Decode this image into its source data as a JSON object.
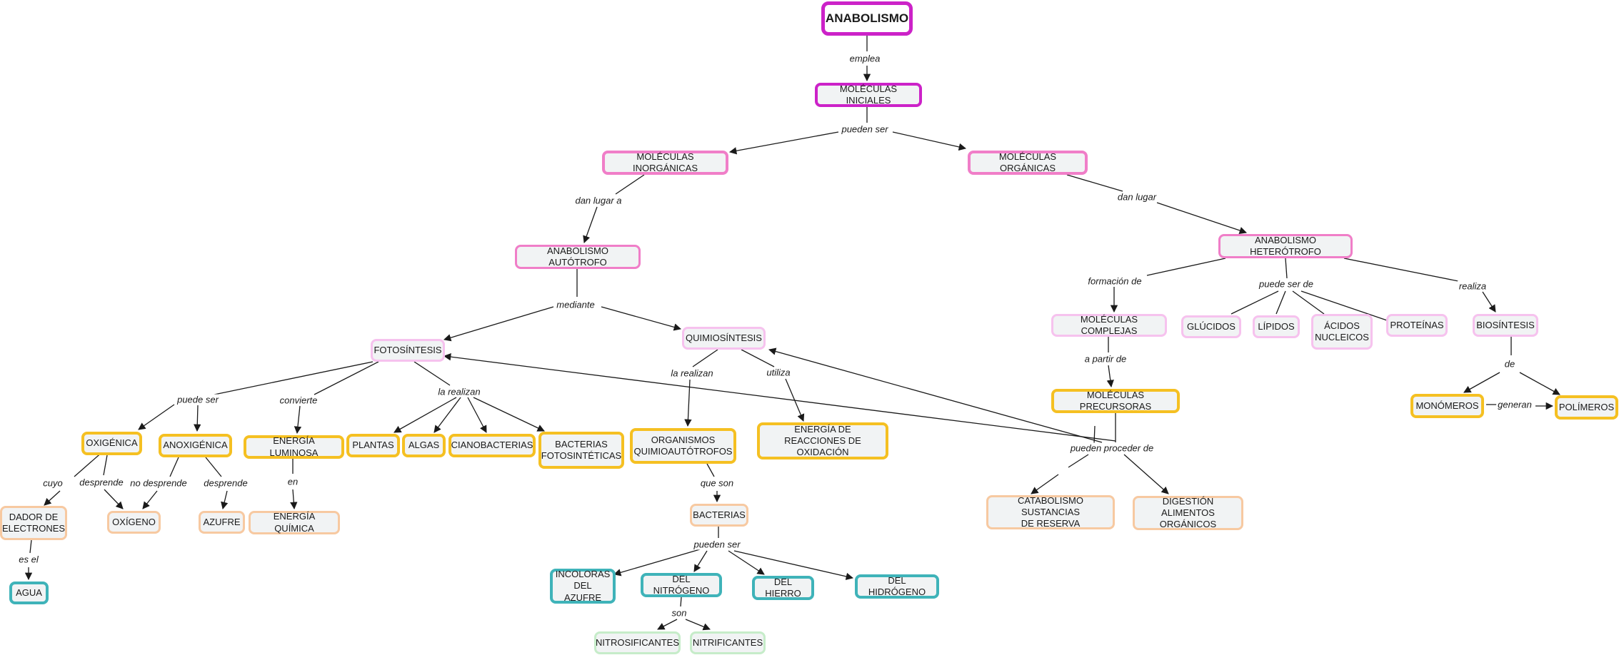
{
  "colors": {
    "magenta": "#cc22c8",
    "pink_dark": "#f07ec8",
    "pink_light": "#f6c2ee",
    "yellow": "#f5c022",
    "peach": "#f7c9a1",
    "teal": "#3fb3b9",
    "green": "#c6ecc9",
    "line": "#1a1a1a"
  },
  "nodes": {
    "anabolismo": "ANABOLISMO",
    "moleculas_iniciales": "MOLÉCULAS INICIALES",
    "moleculas_inorganicas": "MOLÉCULAS INORGÁNICAS",
    "moleculas_organicas": "MOLÉCULAS ORGÁNICAS",
    "anabolismo_autotrofo": "ANABOLISMO AUTÓTROFO",
    "anabolismo_heterotrofo": "ANABOLISMO HETERÓTROFO",
    "fotosintesis": "FOTOSÍNTESIS",
    "quimiosintesis": "QUIMIOSÍNTESIS",
    "moleculas_complejas": "MOLÉCULAS COMPLEJAS",
    "glucidos": "GLÚCIDOS",
    "lipidos": "LÍPIDOS",
    "acidos_nucleicos": "ÁCIDOS\nNUCLEICOS",
    "proteinas": "PROTEÍNAS",
    "biosintesis": "BIOSÍNTESIS",
    "oxigenica": "OXIGÉNICA",
    "anoxigenica": "ANOXIGÉNICA",
    "energia_luminosa": "ENERGÍA LUMINOSA",
    "plantas": "PLANTAS",
    "algas": "ALGAS",
    "cianobacterias": "CIANOBACTERIAS",
    "bacterias_fotosinteticas": "BACTERIAS\nFOTOSINTÉTICAS",
    "organismos_quimio": "ORGANISMOS\nQUIMIOAUTÓTROFOS",
    "energia_oxidacion": "ENERGÍA DE\nREACCIONES DE OXIDACIÓN",
    "moleculas_precursoras": "MOLÉCULAS PRECURSORAS",
    "monomeros": "MONÓMEROS",
    "polimeros": "POLÍMEROS",
    "dador_electrones": "DADOR DE\nELECTRONES",
    "oxigeno": "OXÍGENO",
    "azufre": "AZUFRE",
    "energia_quimica": "ENERGÍA QUÍMICA",
    "bacterias": "BACTERIAS",
    "catabolismo": "CATABOLISMO SUSTANCIAS\nDE RESERVA",
    "digestion": "DIGESTIÓN ALIMENTOS\nORGÁNICOS",
    "agua": "AGUA",
    "incoloras": "INCOLORAS\nDEL AZUFRE",
    "del_nitrogeno": "DEL NITRÓGENO",
    "del_hierro": "DEL HIERRO",
    "del_hidrogeno": "DEL HIDRÓGENO",
    "nitrosificantes": "NITROSIFICANTES",
    "nitrificantes": "NITRIFICANTES"
  },
  "links": {
    "emplea": "emplea",
    "pueden_ser_1": "pueden ser",
    "dan_lugar_a": "dan lugar a",
    "dan_lugar": "dan lugar",
    "mediante": "mediante",
    "formacion_de": "formación de",
    "puede_ser_de": "puede ser de",
    "realiza": "realiza",
    "a_partir_de": "a partir de",
    "de": "de",
    "generan": "generan",
    "puede_ser": "puede ser",
    "convierte": "convierte",
    "la_realizan_1": "la realizan",
    "la_realizan_2": "la realizan",
    "utiliza": "utiliza",
    "pueden_proceder_de": "pueden proceder de",
    "cuyo": "cuyo",
    "desprende_1": "desprende",
    "no_desprende": "no desprende",
    "desprende_2": "desprende",
    "en": "en",
    "que_son": "que son",
    "es_el": "es el",
    "pueden_ser_2": "pueden ser",
    "son": "son"
  }
}
